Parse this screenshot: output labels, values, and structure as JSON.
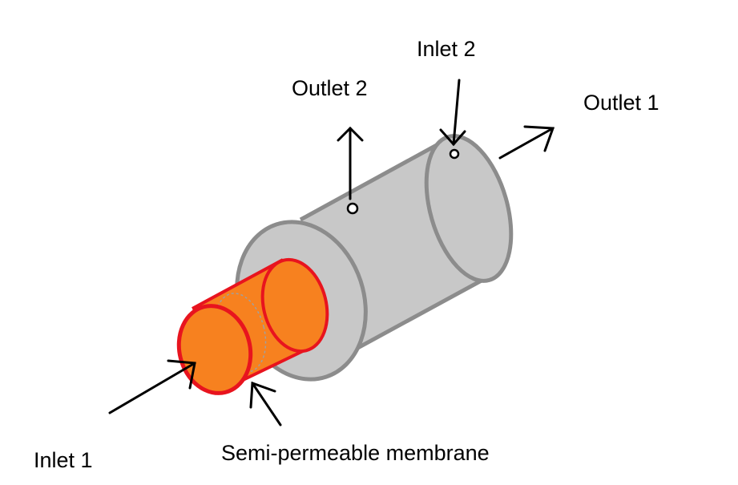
{
  "labels": {
    "inlet_1": "Inlet 1",
    "inlet_2": "Inlet 2",
    "outlet_1": "Outlet 1",
    "outlet_2": "Outlet 2",
    "membrane": "Semi-permeable membrane"
  },
  "colors": {
    "shell_fill": "#c8c8c8",
    "shell_stroke": "#8c8c8c",
    "tube_fill": "#f7811f",
    "tube_stroke": "#e8141e",
    "arrow": "#000000"
  }
}
